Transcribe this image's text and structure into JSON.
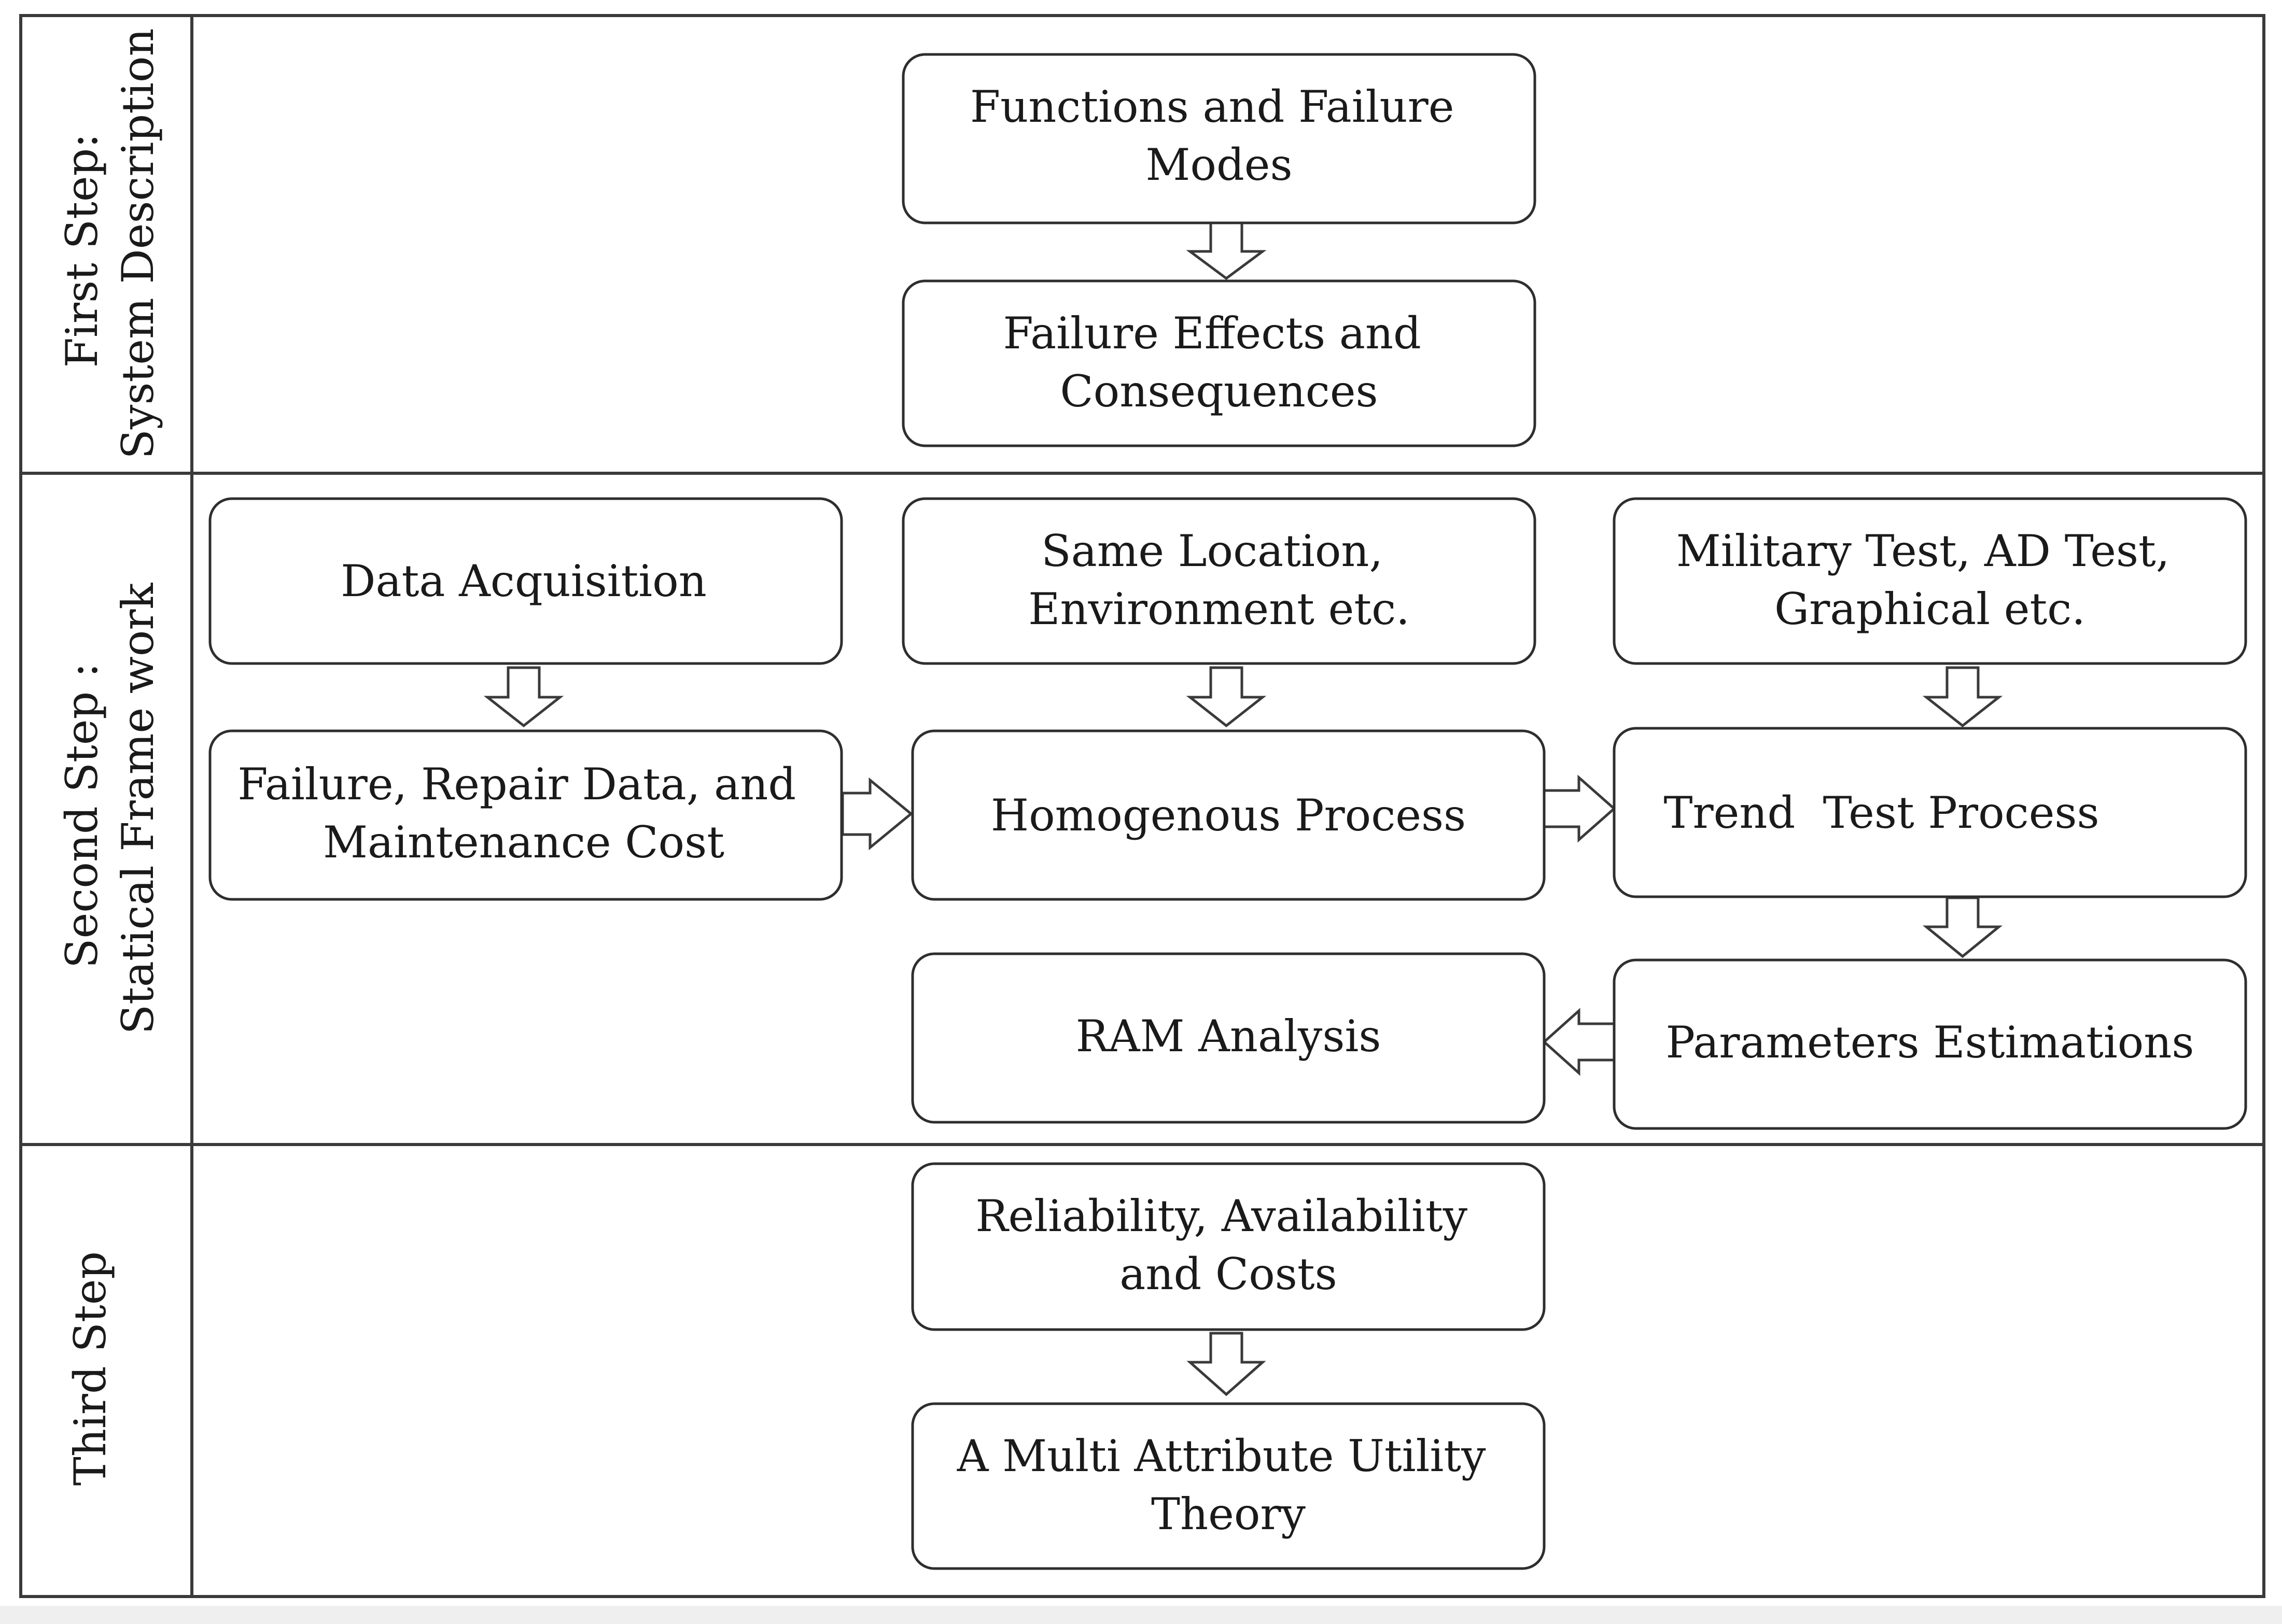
{
  "lanes": [
    {
      "id": "first",
      "label_lines": [
        "First Step:",
        "System Description"
      ]
    },
    {
      "id": "second",
      "label_lines": [
        "Second Step :",
        "Statical Frame work"
      ]
    },
    {
      "id": "third",
      "label_lines": [
        "Third Step"
      ]
    }
  ],
  "nodes": {
    "functions": {
      "lines": [
        "Functions and Failure",
        "Modes"
      ]
    },
    "effects": {
      "lines": [
        "Failure Effects and",
        "Consequences"
      ]
    },
    "acquisition": {
      "lines": [
        "Data Acquisition"
      ]
    },
    "location": {
      "lines": [
        "Same Location,",
        "Environment etc."
      ]
    },
    "military": {
      "lines": [
        "Military Test, AD Test,",
        "Graphical etc."
      ]
    },
    "failure_repair": {
      "lines": [
        "Failure, Repair Data, and",
        "Maintenance Cost"
      ]
    },
    "homogenous": {
      "lines": [
        "Homogenous Process"
      ]
    },
    "trend": {
      "lines": [
        "Trend  Test Process"
      ]
    },
    "ram": {
      "lines": [
        "RAM Analysis"
      ]
    },
    "parameters": {
      "lines": [
        "Parameters Estimations"
      ]
    },
    "reliability": {
      "lines": [
        "Reliability, Availability",
        "and Costs"
      ]
    },
    "maut": {
      "lines": [
        "A Multi Attribute Utility",
        "Theory"
      ]
    }
  },
  "edges": [
    {
      "from": "functions",
      "to": "effects"
    },
    {
      "from": "acquisition",
      "to": "failure_repair"
    },
    {
      "from": "location",
      "to": "homogenous"
    },
    {
      "from": "military",
      "to": "trend"
    },
    {
      "from": "failure_repair",
      "to": "homogenous"
    },
    {
      "from": "homogenous",
      "to": "trend"
    },
    {
      "from": "trend",
      "to": "parameters"
    },
    {
      "from": "parameters",
      "to": "ram"
    },
    {
      "from": "reliability",
      "to": "maut"
    }
  ]
}
